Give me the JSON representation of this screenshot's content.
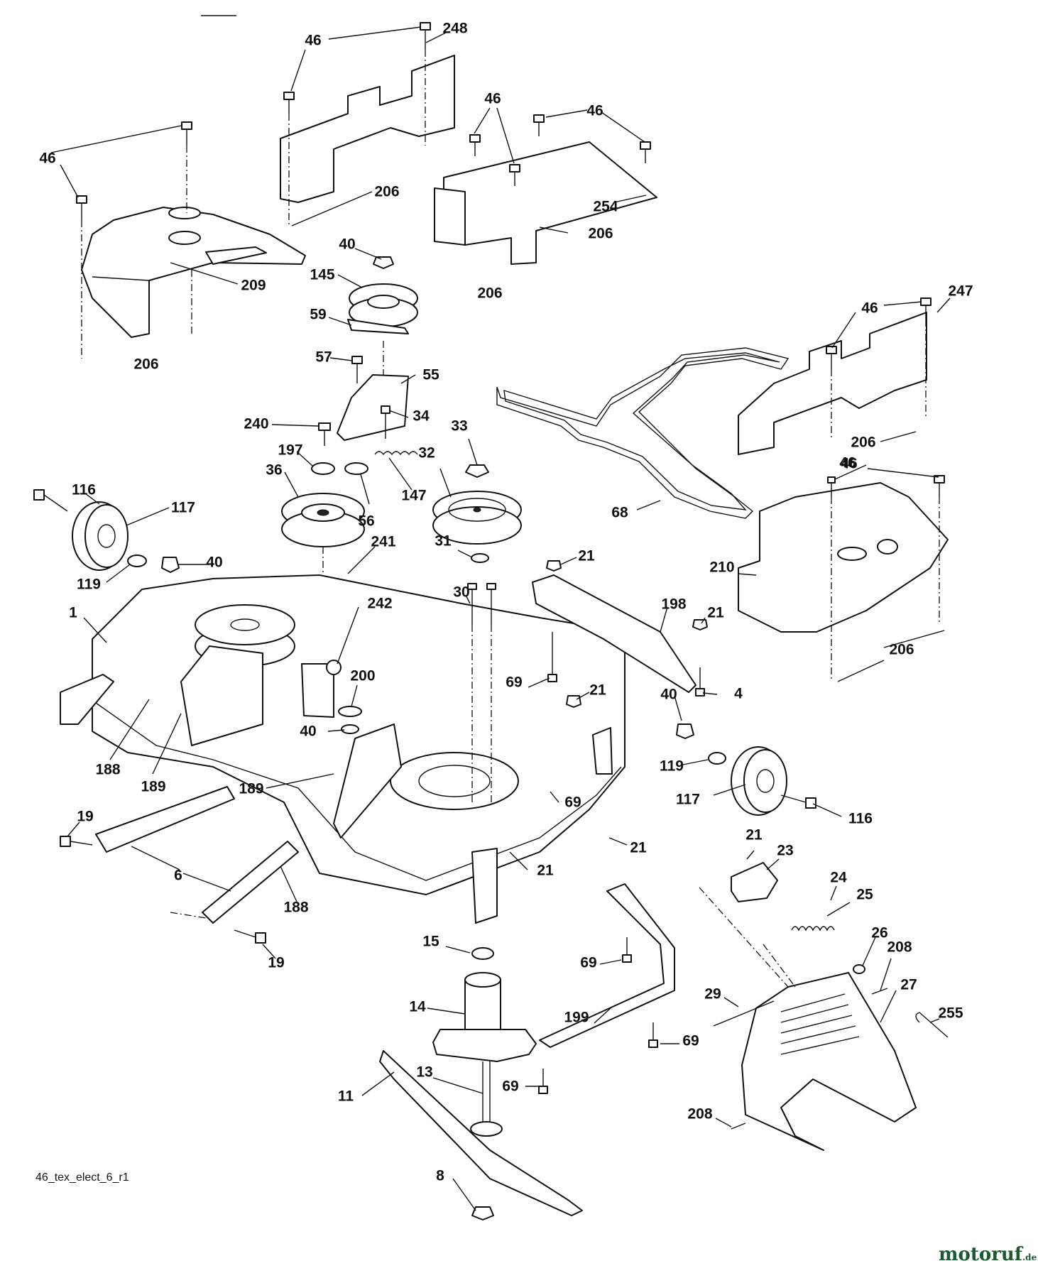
{
  "diagram": {
    "reference_code": "46_tex_elect_6_r1",
    "watermark": {
      "text": "motoruf",
      "suffix": ".de",
      "colors": {
        "main": "#1b5a30",
        "accent": "#c76e1a"
      }
    },
    "callouts": [
      "46",
      "248",
      "46",
      "46",
      "46",
      "206",
      "254",
      "206",
      "206",
      "46",
      "206",
      "209",
      "40",
      "145",
      "59",
      "57",
      "55",
      "240",
      "34",
      "33",
      "197",
      "36",
      "147",
      "32",
      "56",
      "68",
      "116",
      "117",
      "119",
      "40",
      "241",
      "31",
      "1",
      "242",
      "30",
      "21",
      "198",
      "21",
      "210",
      "206",
      "69",
      "200",
      "21",
      "4",
      "40",
      "40",
      "119",
      "188",
      "189",
      "189",
      "117",
      "116",
      "69",
      "19",
      "6",
      "21",
      "21",
      "188",
      "19",
      "21",
      "23",
      "24",
      "25",
      "15",
      "69",
      "26",
      "208",
      "27",
      "14",
      "199",
      "29",
      "255",
      "69",
      "13",
      "69",
      "11",
      "208",
      "8",
      "247",
      "46",
      "206",
      "46"
    ]
  }
}
